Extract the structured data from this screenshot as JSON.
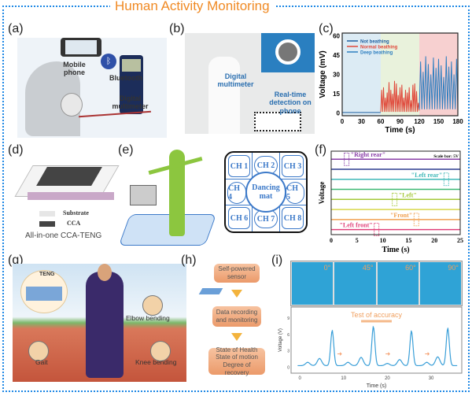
{
  "title": "Human Activity Monitoring",
  "panels": {
    "a": {
      "label": "(a)",
      "phone": "Mobile phone",
      "bluetooth": "Bluetooth",
      "meter": "Digital multimeter"
    },
    "b": {
      "label": "(b)",
      "meter": "Digital multimeter",
      "phone": "Real-time detection on phone"
    },
    "c": {
      "label": "(c)"
    },
    "d": {
      "label": "(d)",
      "legend": [
        "Substrate",
        "CCA"
      ],
      "caption": "All-in-one CCA-TENG"
    },
    "e": {
      "label": "(e)",
      "mat_center": "Dancing mat",
      "channels": [
        "CH 1",
        "CH 2",
        "CH 3",
        "CH 4",
        "CH 5",
        "CH 6",
        "CH 7",
        "CH 8"
      ]
    },
    "f": {
      "label": "(f)"
    },
    "g": {
      "label": "(g)",
      "teng": "TENG",
      "elbow": "Elbow bending",
      "gait": "Gait",
      "knee": "Knee bending"
    },
    "h": {
      "label": "(h)",
      "steps": [
        "Self-powered sensor",
        "Data recording and monitoring",
        "State of Health State of motion Degree of recovery"
      ]
    },
    "i": {
      "label": "(i)",
      "angles": [
        "0°",
        "45°",
        "60°",
        "90°"
      ]
    }
  },
  "chart_data": [
    {
      "id": "c",
      "type": "line",
      "xlabel": "Time (s)",
      "ylabel": "Voltage (mV)",
      "xlim": [
        0,
        180
      ],
      "ylim": [
        -2,
        62
      ],
      "xticks": [
        "0",
        "30",
        "60",
        "90",
        "120",
        "150",
        "180"
      ],
      "yticks": [
        "0",
        "15",
        "30",
        "45",
        "60"
      ],
      "legend": [
        "Not beathing",
        "Normal beathing",
        "Deep beathing"
      ],
      "legend_position": "top-left",
      "series": [
        {
          "name": "Not beathing",
          "color": "#1f5fa0",
          "range": [
            0,
            60
          ],
          "peaks": [
            0.5
          ]
        },
        {
          "name": "Normal beathing",
          "color": "#e0483a",
          "range": [
            60,
            120
          ],
          "peaks": [
            18,
            20,
            12,
            16,
            24,
            18,
            15,
            25,
            23,
            14,
            20,
            22,
            12,
            18,
            16,
            20,
            10,
            22,
            23,
            17,
            8
          ]
        },
        {
          "name": "Deep beathing",
          "color": "#2f7fc0",
          "range": [
            120,
            180
          ],
          "peaks": [
            40,
            32,
            44,
            38,
            30,
            43,
            35,
            42,
            37,
            28,
            44,
            36,
            40,
            30,
            42
          ]
        }
      ],
      "bands": [
        {
          "range": [
            0,
            60
          ],
          "color": "#dcebf4"
        },
        {
          "range": [
            60,
            120
          ],
          "color": "#e9f2dc"
        },
        {
          "range": [
            120,
            180
          ],
          "color": "#f7d0d0"
        }
      ]
    },
    {
      "id": "f",
      "type": "line",
      "xlabel": "Time  (s)",
      "ylabel": "Voltage",
      "xlim": [
        0,
        25
      ],
      "xticks": [
        "0",
        "5",
        "10",
        "15",
        "20",
        "25"
      ],
      "scale_bar": "Scale bar: 5V",
      "channels": [
        {
          "color": "#8a3fa8"
        },
        {
          "color": "#2c3d8f"
        },
        {
          "color": "#3fb8b8"
        },
        {
          "color": "#3cb872"
        },
        {
          "color": "#a4c83a"
        },
        {
          "color": "#d8d84a"
        },
        {
          "color": "#f0a050"
        },
        {
          "color": "#e0407a"
        }
      ],
      "annotations": [
        {
          "text": "\"Right rear\"",
          "channel": 0,
          "t": 3,
          "color": "#8a3fa8"
        },
        {
          "text": "\"Left rear\"",
          "channel": 2,
          "t": 22.3,
          "color": "#3fb8b8"
        },
        {
          "text": "\"Left\"",
          "channel": 4,
          "t": 12.3,
          "color": "#a4c83a"
        },
        {
          "text": "\"Front\"",
          "channel": 6,
          "t": 16.5,
          "color": "#f0a050"
        },
        {
          "text": "\"Left front\"",
          "channel": 7,
          "t": 8.8,
          "color": "#e0407a"
        }
      ]
    },
    {
      "id": "i",
      "type": "line",
      "title": "Test of accuracy",
      "xlabel": "Time (s)",
      "ylabel": "Voltage (V)",
      "xlim": [
        -2,
        37
      ],
      "ylim": [
        -0.5,
        11
      ],
      "xticks": [
        "0",
        "10",
        "20",
        "30"
      ],
      "yticks": [
        "0",
        "3",
        "6",
        "9"
      ],
      "color": "#3a9fd8",
      "peaks": [
        [
          1.8,
          0.6
        ],
        [
          4.5,
          1.3
        ],
        [
          7.4,
          6.4
        ],
        [
          11,
          0.6
        ],
        [
          14,
          1.5
        ],
        [
          16.8,
          7.1
        ],
        [
          20,
          0.4
        ],
        [
          22.8,
          1.1
        ],
        [
          25.5,
          6.3
        ],
        [
          29,
          0.6
        ],
        [
          31.5,
          1.6
        ],
        [
          33.8,
          6.8
        ]
      ]
    }
  ]
}
